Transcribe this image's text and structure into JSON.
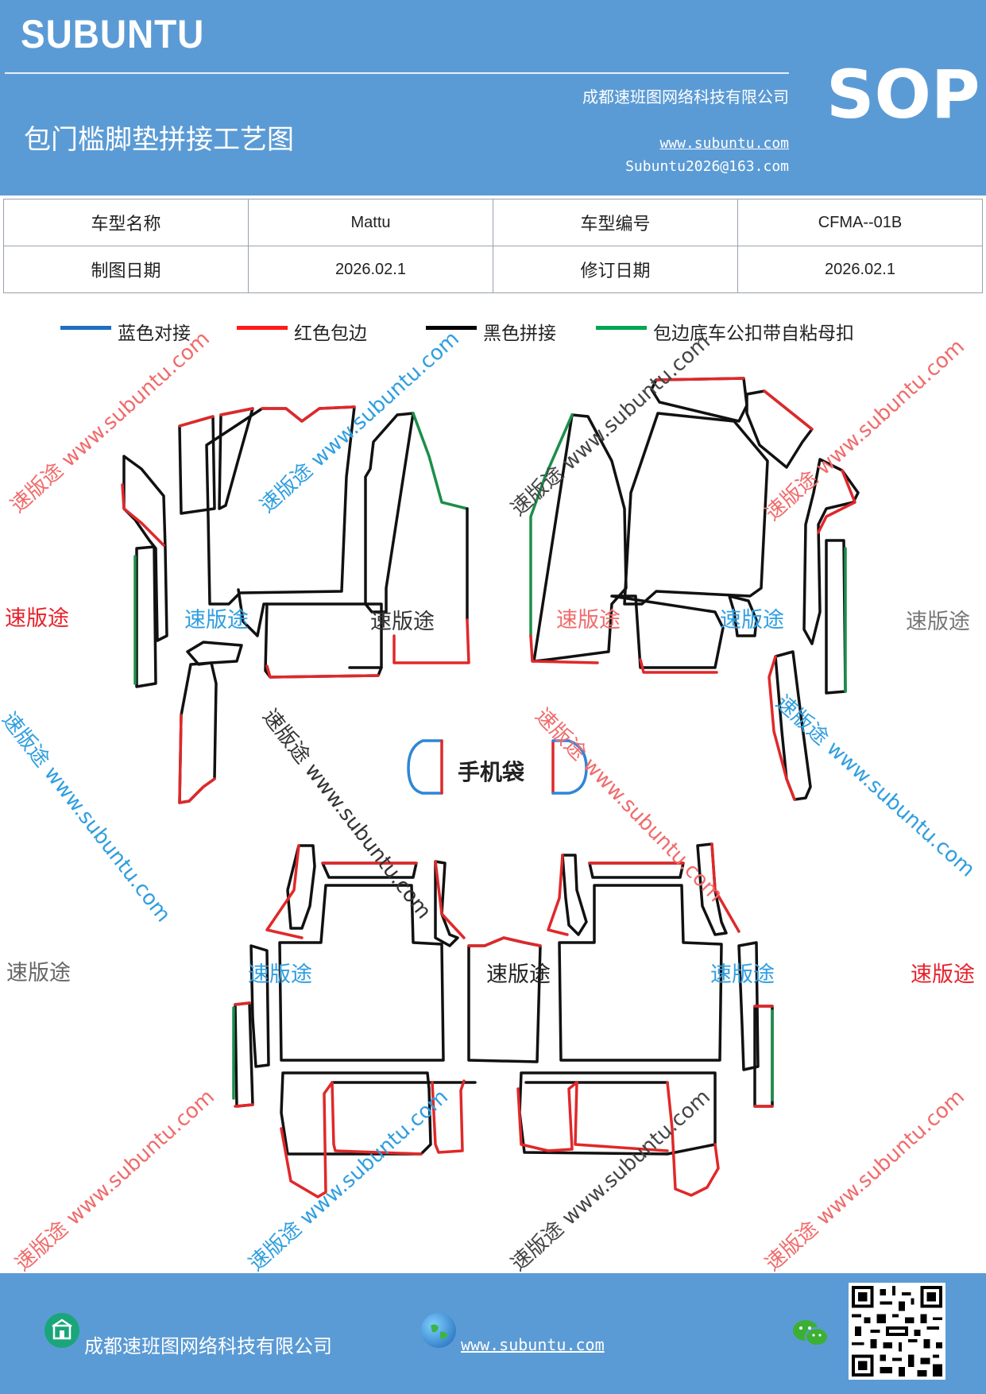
{
  "header": {
    "brand": "SUBUNTU",
    "company": "成都速班图网络科技有限公司",
    "title": "包门槛脚垫拼接工艺图",
    "website": "www.subuntu.com",
    "email": "Subuntu2026@163.com",
    "badge": "SOP"
  },
  "info_table": {
    "rows": [
      [
        "车型名称",
        "Mattu",
        "车型编号",
        "CFMA--01B"
      ],
      [
        "制图日期",
        "2026.02.1",
        "修订日期",
        "2026.02.1"
      ]
    ]
  },
  "legend": [
    {
      "label": "蓝色对接",
      "color": "#1f6fbf"
    },
    {
      "label": "红色包边",
      "color": "#ff1a1a"
    },
    {
      "label": "黑色拼接",
      "color": "#000000"
    },
    {
      "label": "包边底车公扣带自粘母扣",
      "color": "#00a651"
    }
  ],
  "diagram": {
    "phone_pocket_label": "手机袋",
    "watermark_brand": "速版途",
    "watermark_full": "速版途 www.subuntu.com"
  },
  "colors": {
    "header_bg": "#5b9bd5",
    "edge_black": "#111111",
    "edge_red": "#e0282a",
    "edge_green": "#1c8f4a",
    "edge_blue": "#2f86d6"
  },
  "footer": {
    "company": "成都速班图网络科技有限公司",
    "website": "www.subuntu.com",
    "icons": [
      "building-icon",
      "globe-icon",
      "wechat-icon",
      "qr-code"
    ]
  }
}
